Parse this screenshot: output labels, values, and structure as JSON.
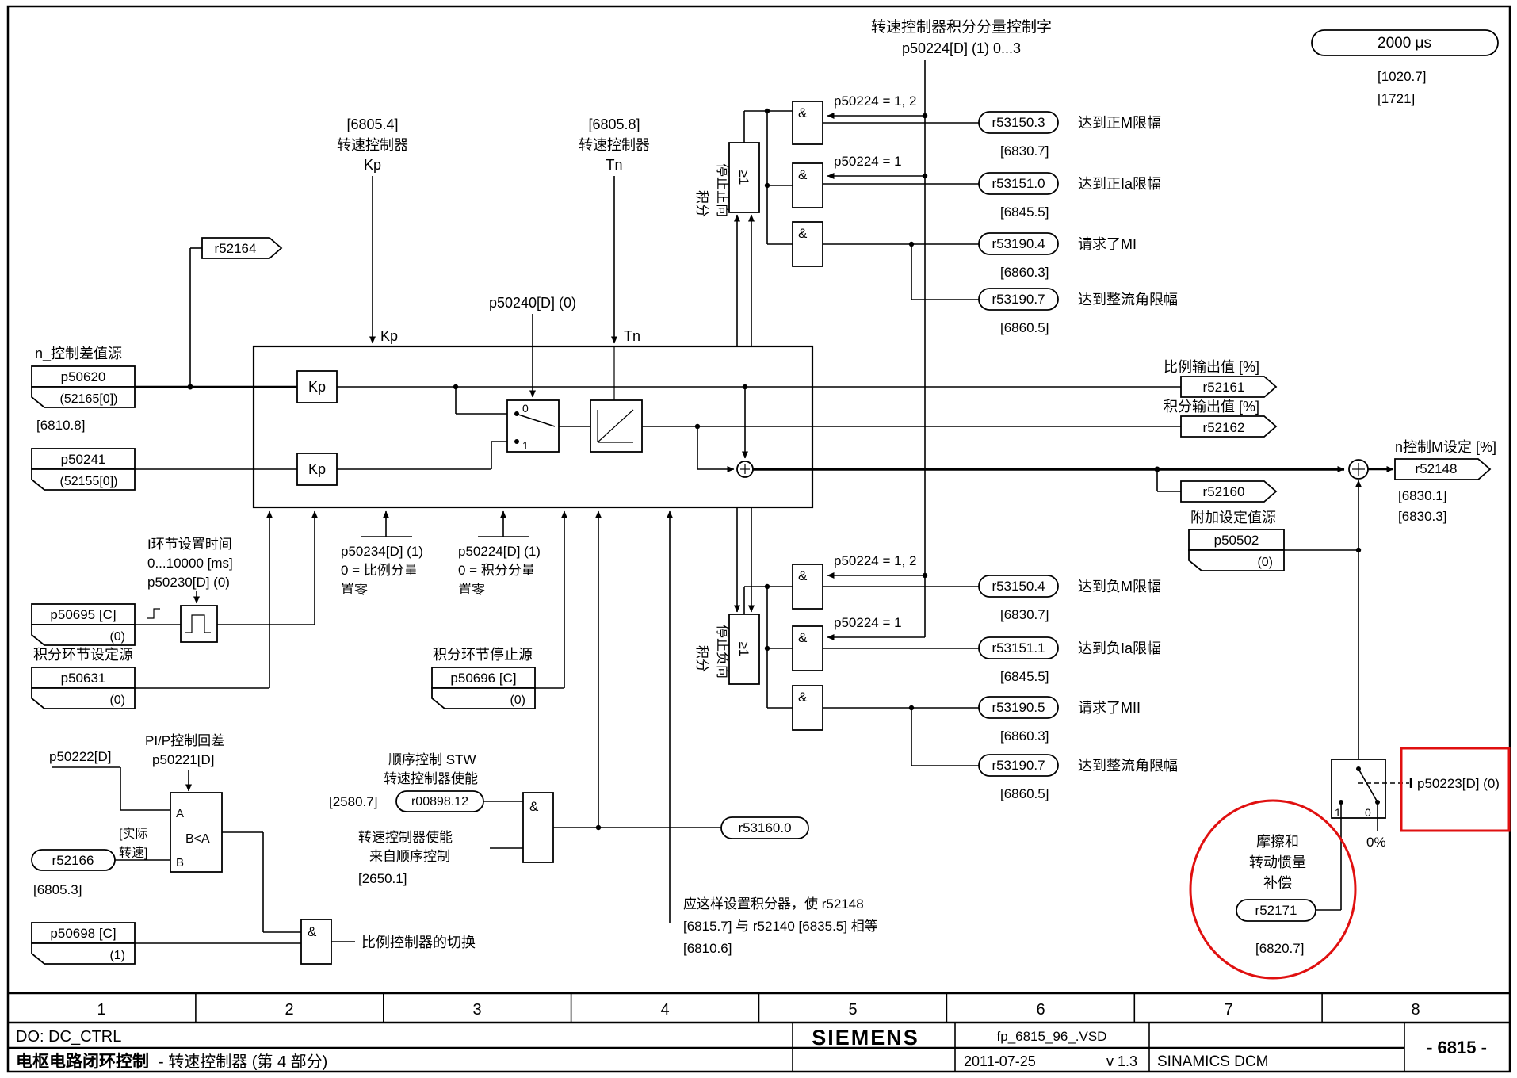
{
  "colors": {
    "red": "#e01010",
    "line": "#000000"
  },
  "top": {
    "title": "转速控制器积分分量控制字",
    "param": "p50224[D] (1) 0...3",
    "cycle": "2000 μs",
    "cycle_ref1": "[1020.7]",
    "cycle_ref2": "[1721]"
  },
  "gates": {
    "and": "&",
    "or": "≥1",
    "upper": {
      "cond12": "p50224 = 1, 2",
      "cond1": "p50224 = 1",
      "stop1": "停止正向",
      "stop2": "积分",
      "outputs": [
        {
          "param": "r53150.3",
          "label": "达到正M限幅",
          "ref": "[6830.7]"
        },
        {
          "param": "r53151.0",
          "label": "达到正Ia限幅",
          "ref": "[6845.5]"
        },
        {
          "param": "r53190.4",
          "label": "请求了MI",
          "ref": "[6860.3]"
        },
        {
          "param": "r53190.7",
          "label": "达到整流角限幅",
          "ref": "[6860.5]"
        }
      ]
    },
    "lower": {
      "cond12": "p50224 = 1, 2",
      "cond1": "p50224 = 1",
      "stop1": "停止负向",
      "stop2": "积分",
      "outputs": [
        {
          "param": "r53150.4",
          "label": "达到负M限幅",
          "ref": "[6830.7]"
        },
        {
          "param": "r53151.1",
          "label": "达到负Ia限幅",
          "ref": "[6845.5]"
        },
        {
          "param": "r53190.5",
          "label": "请求了MII",
          "ref": "[6860.3]"
        },
        {
          "param": "r53190.7",
          "label": "达到整流角限幅",
          "ref": "[6860.5]"
        }
      ]
    }
  },
  "left": {
    "dev_label": "n_控制差值源",
    "p50620": "p50620",
    "p50620_val": "(52165[0])",
    "p50620_ref": "[6810.8]",
    "p50241": "p50241",
    "p50241_val": "(52155[0])",
    "r52164": "r52164"
  },
  "kp_tn": {
    "kp_ref": "[6805.4]",
    "kp_name": "转速控制器",
    "kp": "Kp",
    "tn_ref": "[6805.8]",
    "tn_name": "转速控制器",
    "tn": "Tn",
    "p50240": "p50240[D] (0)",
    "sw0": "0",
    "sw1": "1"
  },
  "integ": {
    "time1": "I环节设置时间",
    "time2": "0...10000 [ms]",
    "time3": "p50230[D] (0)",
    "p50695": "p50695 [C]",
    "p50695_val": "(0)",
    "set_label": "积分环节设定源",
    "p50631": "p50631",
    "p50631_val": "(0)",
    "p50234_1": "p50234[D] (1)",
    "p50234_2": "0 = 比例分量",
    "p50234_3": "置零",
    "p50224_1": "p50224[D] (1)",
    "p50224_2": "0 = 积分分量",
    "p50224_3": "置零",
    "stop_label": "积分环节停止源",
    "p50696": "p50696 [C]",
    "p50696_val": "(0)"
  },
  "right": {
    "prop_label": "比例输出值 [%]",
    "r52161": "r52161",
    "int_label": "积分输出值 [%]",
    "r52162": "r52162",
    "r52160": "r52160",
    "add_label": "附加设定值源",
    "p50502": "p50502",
    "p50502_val": "(0)",
    "nset_label": "n控制M设定 [%]",
    "r52148": "r52148",
    "nset_ref1": "[6830.1]",
    "nset_ref2": "[6830.3]"
  },
  "enable": {
    "seq1": "顺序控制 STW",
    "seq2": "转速控制器使能",
    "seq_ref": "[2580.7]",
    "r00898": "r00898.12",
    "en1": "转速控制器使能",
    "en2": "来自顺序控制",
    "en_ref": "[2650.1]",
    "r53160": "r53160.0"
  },
  "pip": {
    "hyst": "PI/P控制回差",
    "p50221": "p50221[D]",
    "p50222": "p50222[D]",
    "a": "A",
    "b": "B",
    "cmp": "B<A",
    "r52166": "r52166",
    "r52166_ref": "[6805.3]",
    "act1": "[实际",
    "act2": "转速]",
    "p50698": "p50698 [C]",
    "p50698_val": "(1)",
    "label": "比例控制器的切换"
  },
  "note": {
    "l1": "应这样设置积分器，使 r52148",
    "l2": "[6815.7] 与 r52140 [6835.5] 相等",
    "l3": "[6810.6]"
  },
  "friction": {
    "l1": "摩擦和",
    "l2": "转动惯量",
    "l3": "补偿",
    "r52171": "r52171",
    "ref": "[6820.7]",
    "p50223": "p50223[D] (0)",
    "zero": "0%",
    "sw1": "1",
    "sw0": "0"
  },
  "footer": {
    "cols": [
      "1",
      "2",
      "3",
      "4",
      "5",
      "6",
      "7",
      "8"
    ],
    "do": "DO: DC_CTRL",
    "brand": "SIEMENS",
    "file": "fp_6815_96_.VSD",
    "page": "- 6815 -",
    "title_main": "电枢电路闭环控制",
    "title_sub": "- 转速控制器 (第 4 部分)",
    "date": "2011-07-25",
    "ver": "v 1.3",
    "product": "SINAMICS DCM"
  }
}
